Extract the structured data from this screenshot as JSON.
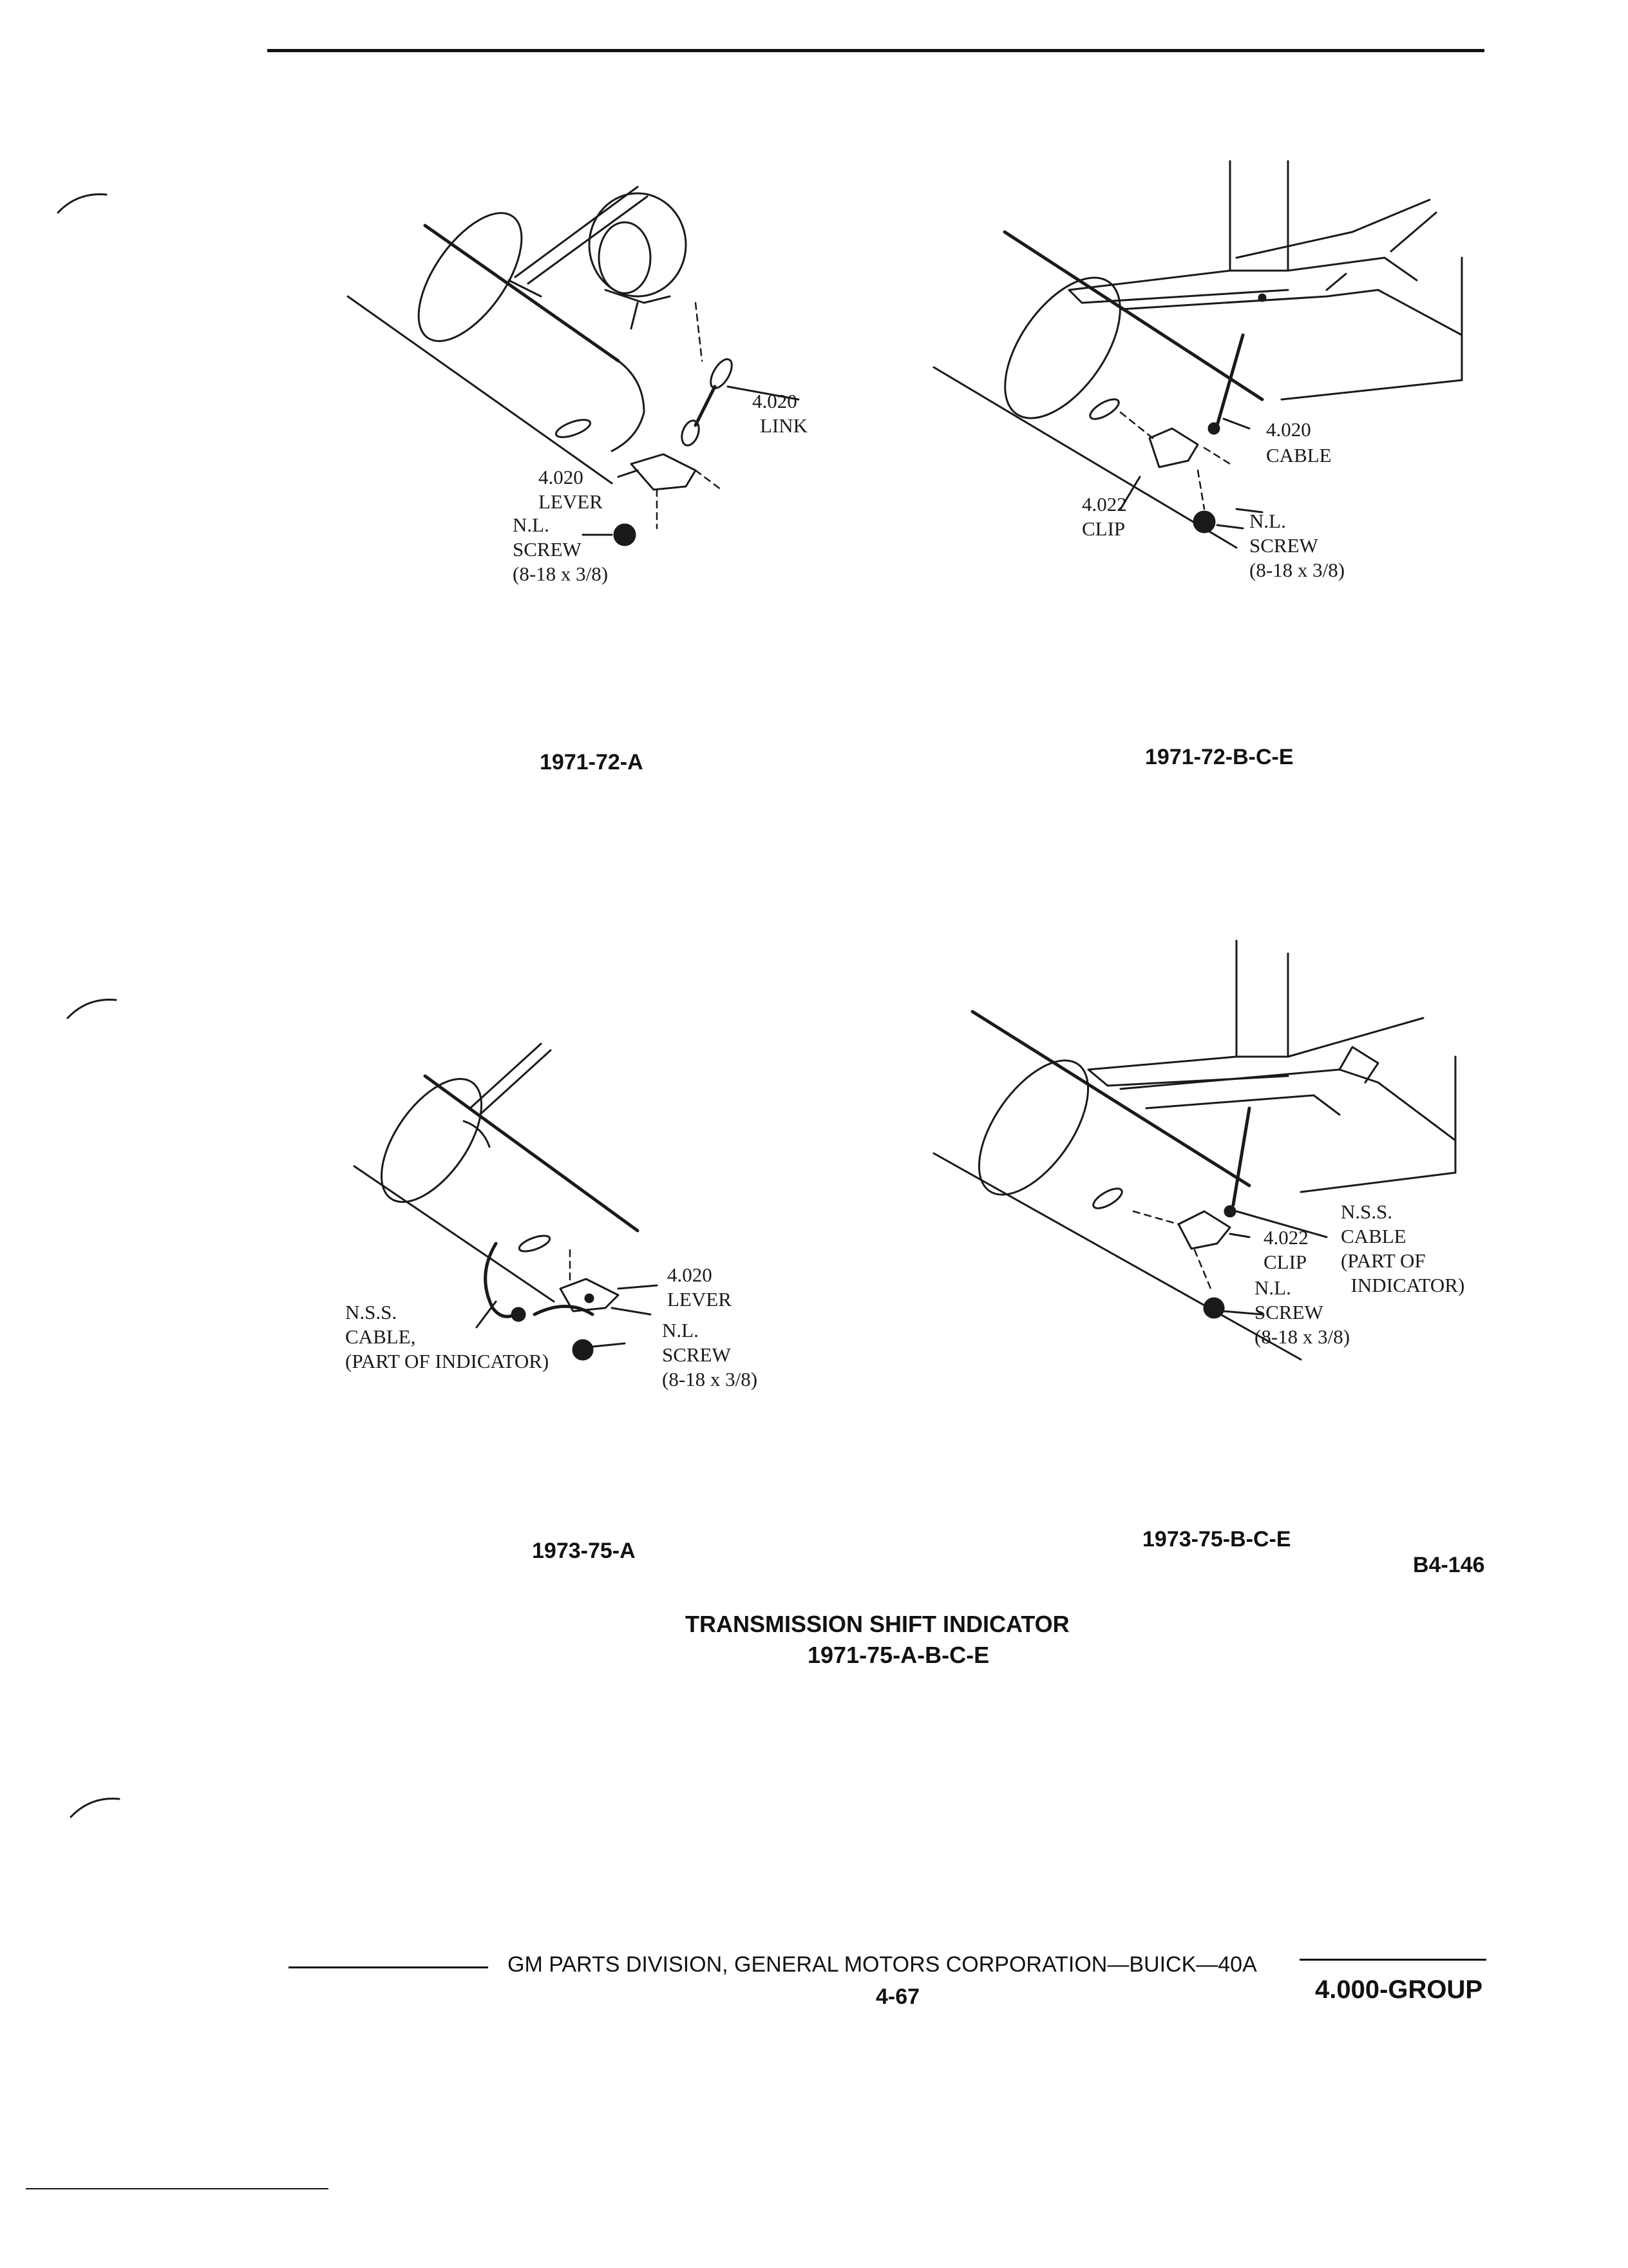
{
  "figures": [
    {
      "caption": "1971-72-A",
      "labels": {
        "link_num": "4.020",
        "link": "LINK",
        "lever_num": "4.020",
        "lever": "LEVER",
        "screw": "N.L.\nSCREW",
        "screw_size": "(8-18 x 3/8)"
      }
    },
    {
      "caption": "1971-72-B-C-E",
      "labels": {
        "cable_num": "4.020",
        "cable": "CABLE",
        "clip": "4.022\nCLIP",
        "screw": "N.L.\nSCREW\n(8-18 x 3/8)"
      }
    },
    {
      "caption": "1973-75-A",
      "labels": {
        "lever": "4.020\nLEVER",
        "nss_cable": "N.S.S.\nCABLE,\n(PART OF INDICATOR)",
        "screw": "N.L.\nSCREW\n(8-18 x 3/8)"
      }
    },
    {
      "caption": "1973-75-B-C-E",
      "labels": {
        "clip": "4.022\nCLIP",
        "nss_cable": "N.S.S.\nCABLE\n(PART OF\n  INDICATOR)",
        "screw": "N.L.\nSCREW\n(8-18 x 3/8)"
      }
    }
  ],
  "figure_code": "B4-146",
  "title": {
    "line1": "TRANSMISSION SHIFT INDICATOR",
    "line2": "1971-75-A-B-C-E"
  },
  "footer": {
    "corporation": "GM PARTS DIVISION, GENERAL MOTORS CORPORATION—BUICK—40A",
    "page_number": "4-67",
    "group": "4.000-GROUP"
  }
}
